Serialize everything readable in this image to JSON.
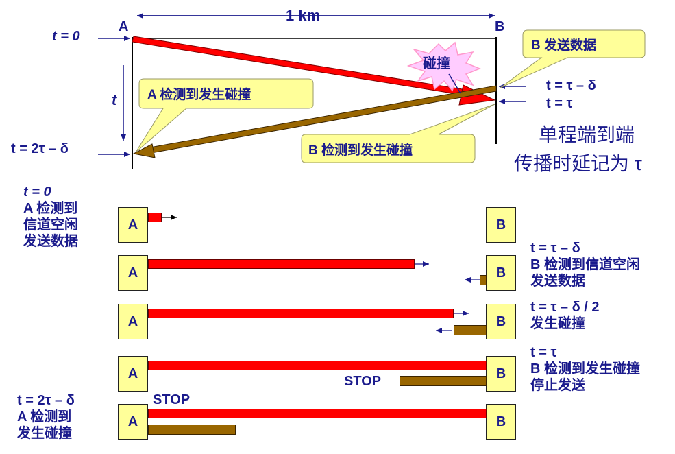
{
  "top": {
    "distance": "1 km",
    "node_a": "A",
    "node_b": "B",
    "t0": "t = 0",
    "t_axis": "t",
    "t_2tau_delta": "t = 2τ – δ",
    "t_tau_delta": "t = τ – δ",
    "t_tau": "t = τ",
    "collision_burst": "碰撞",
    "callout_a_detect": "A 检测到发生碰撞",
    "callout_b_send": "B 发送数据",
    "callout_b_detect": "B 检测到发生碰撞",
    "note_line1": "单程端到端",
    "note_line2": "传播时延记为 τ"
  },
  "rows": {
    "node_a": "A",
    "node_b": "B",
    "stop": "STOP",
    "left_t0": [
      "t = 0",
      "A 检测到",
      "信道空闲",
      "发送数据"
    ],
    "right_row2": [
      "t = τ – δ",
      "B 检测到信道空闲",
      "发送数据"
    ],
    "right_row3": [
      "t = τ – δ / 2",
      "发生碰撞"
    ],
    "right_row4": [
      "t = τ",
      "B 检测到发生碰撞",
      "停止发送"
    ],
    "left_row5": [
      "t = 2τ – δ",
      "A 检测到",
      "发生碰撞"
    ]
  },
  "colors": {
    "text": "#1a1a8c",
    "red_signal": "#ff0000",
    "brown_signal": "#996600",
    "callout_fill": "#ffff99",
    "burst_fill": "#ffccff"
  }
}
